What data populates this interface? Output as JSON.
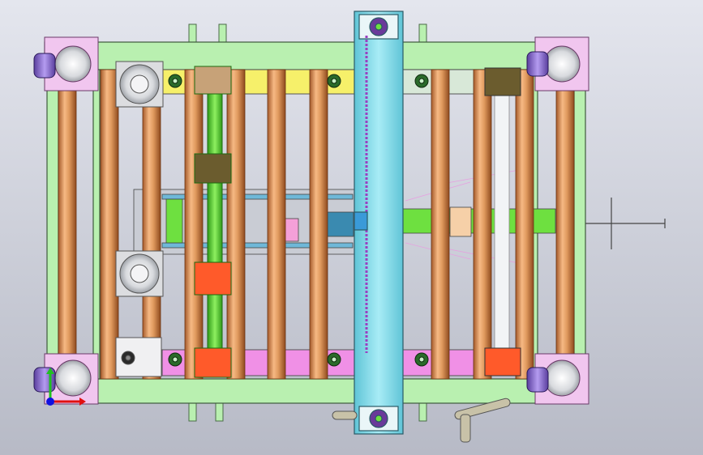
{
  "viewport": {
    "background_top": "#e4e6ee",
    "background_bottom": "#b7bac6",
    "view": "top"
  },
  "model": {
    "frame_color": "#b9f0b0",
    "roller_color": "#e09a5e",
    "roller_count": 12,
    "rail_yellow": "#f6f06a",
    "rail_pink": "#f090e6",
    "drive_beam_color": "#8fe0ee",
    "chain_color": "#9a40c0",
    "shaft_color": "#6ee040",
    "bearing_block_color": "#ff5a2a",
    "caster_color": "#9a7ad6"
  },
  "triad": {
    "axes": [
      {
        "name": "x",
        "color": "#e01010"
      },
      {
        "name": "y",
        "color": "#20c020"
      },
      {
        "name": "z",
        "color": "#1010e0"
      }
    ]
  }
}
